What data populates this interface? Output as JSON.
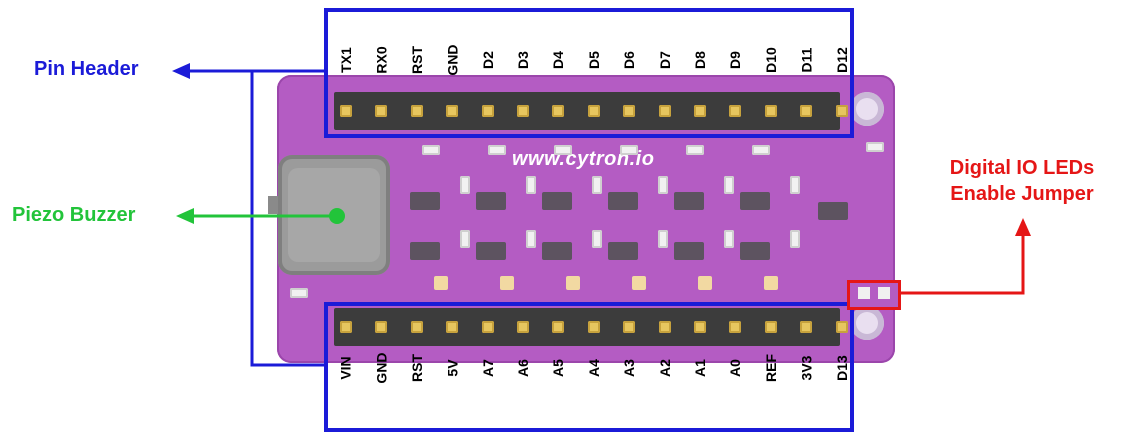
{
  "annotations": {
    "pin_header": "Pin Header",
    "piezo_buzzer": "Piezo Buzzer",
    "digital_io_leds_line1": "Digital IO LEDs",
    "digital_io_leds_line2": "Enable Jumper"
  },
  "board": {
    "url_text": "www.cytron.io"
  },
  "top_pins": [
    "TX1",
    "RX0",
    "RST",
    "GND",
    "D2",
    "D3",
    "D4",
    "D5",
    "D6",
    "D7",
    "D8",
    "D9",
    "D10",
    "D11",
    "D12"
  ],
  "bottom_pins": [
    "VIN",
    "GND",
    "RST",
    "5V",
    "A7",
    "A6",
    "A5",
    "A4",
    "A3",
    "A2",
    "A1",
    "A0",
    "REF",
    "3V3",
    "D13"
  ],
  "colors": {
    "pin_header": "#1b1bd8",
    "piezo_buzzer": "#22c43a",
    "jumper": "#e51616",
    "board": "#b45cc3"
  }
}
